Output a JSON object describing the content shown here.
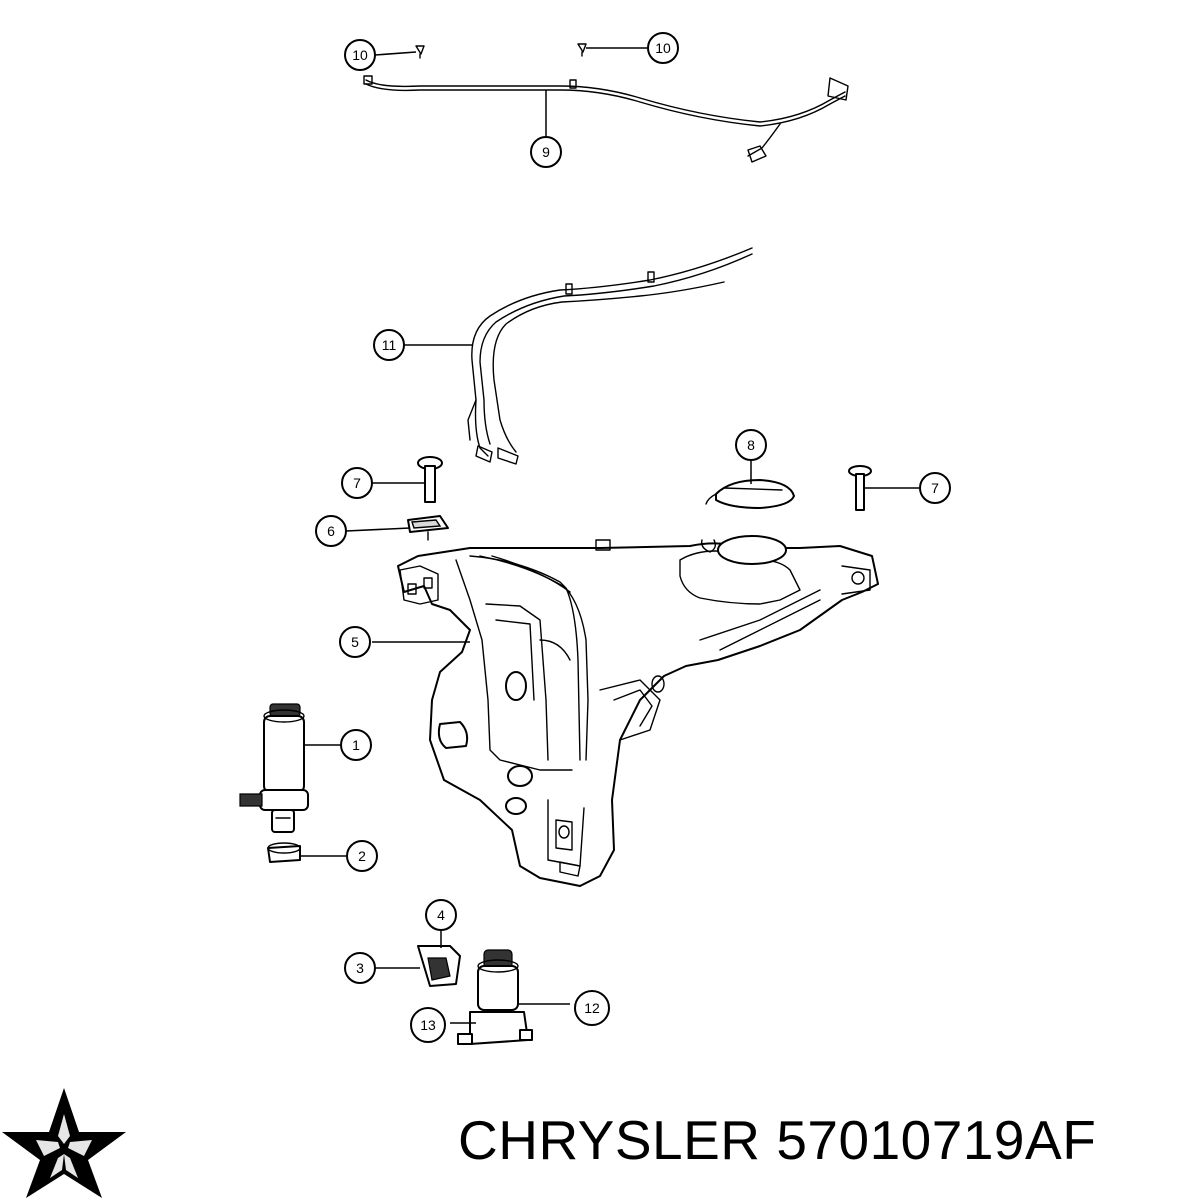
{
  "diagram": {
    "callouts": [
      {
        "id": "c10a",
        "label": "10"
      },
      {
        "id": "c10b",
        "label": "10"
      },
      {
        "id": "c9",
        "label": "9"
      },
      {
        "id": "c11",
        "label": "11"
      },
      {
        "id": "c8",
        "label": "8"
      },
      {
        "id": "c7a",
        "label": "7"
      },
      {
        "id": "c7b",
        "label": "7"
      },
      {
        "id": "c6",
        "label": "6"
      },
      {
        "id": "c5",
        "label": "5"
      },
      {
        "id": "c1",
        "label": "1"
      },
      {
        "id": "c2",
        "label": "2"
      },
      {
        "id": "c4",
        "label": "4"
      },
      {
        "id": "c3",
        "label": "3"
      },
      {
        "id": "c12",
        "label": "12"
      },
      {
        "id": "c13",
        "label": "13"
      }
    ]
  },
  "caption": {
    "brand": "CHRYSLER",
    "part_number": "57010719AF"
  },
  "logo": {
    "icon": "chrysler-pentastar-icon",
    "color": "#000000"
  }
}
